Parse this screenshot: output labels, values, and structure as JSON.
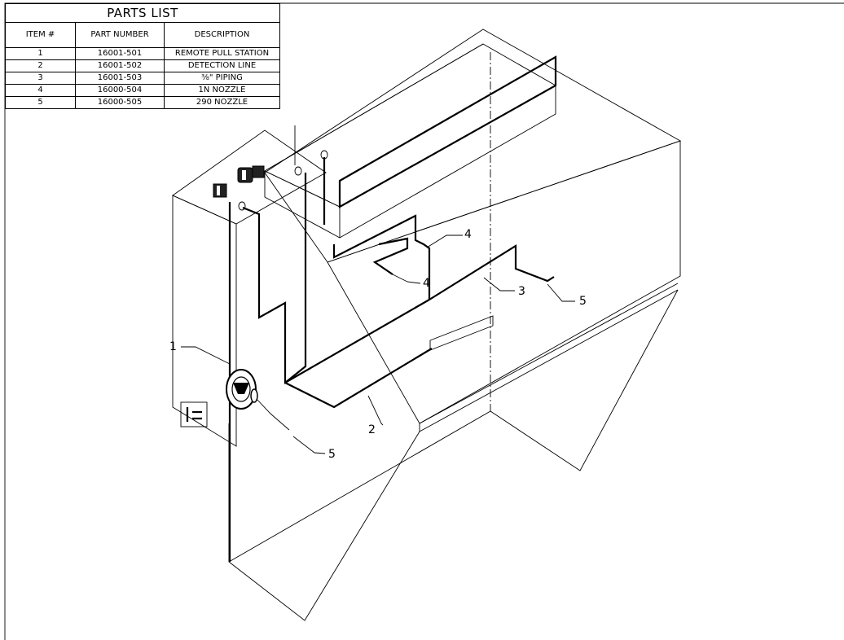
{
  "parts_list": {
    "title": "PARTS LIST",
    "columns": [
      "ITEM #",
      "PART NUMBER",
      "DESCRIPTION"
    ],
    "rows": [
      {
        "item": "1",
        "part_number": "16001-501",
        "description": "REMOTE PULL STATION"
      },
      {
        "item": "2",
        "part_number": "16001-502",
        "description": "DETECTION LINE"
      },
      {
        "item": "3",
        "part_number": "16001-503",
        "description": "⅜\" PIPING"
      },
      {
        "item": "4",
        "part_number": "16000-504",
        "description": "1N NOZZLE"
      },
      {
        "item": "5",
        "part_number": "16000-505",
        "description": "290 NOZZLE"
      }
    ]
  },
  "callouts": {
    "pull_station": "1",
    "detection_line": "2",
    "piping": "3",
    "nozzle_1n_upper": "4",
    "nozzle_1n_lower": "4",
    "nozzle_290_right": "5",
    "nozzle_290_left": "5"
  }
}
